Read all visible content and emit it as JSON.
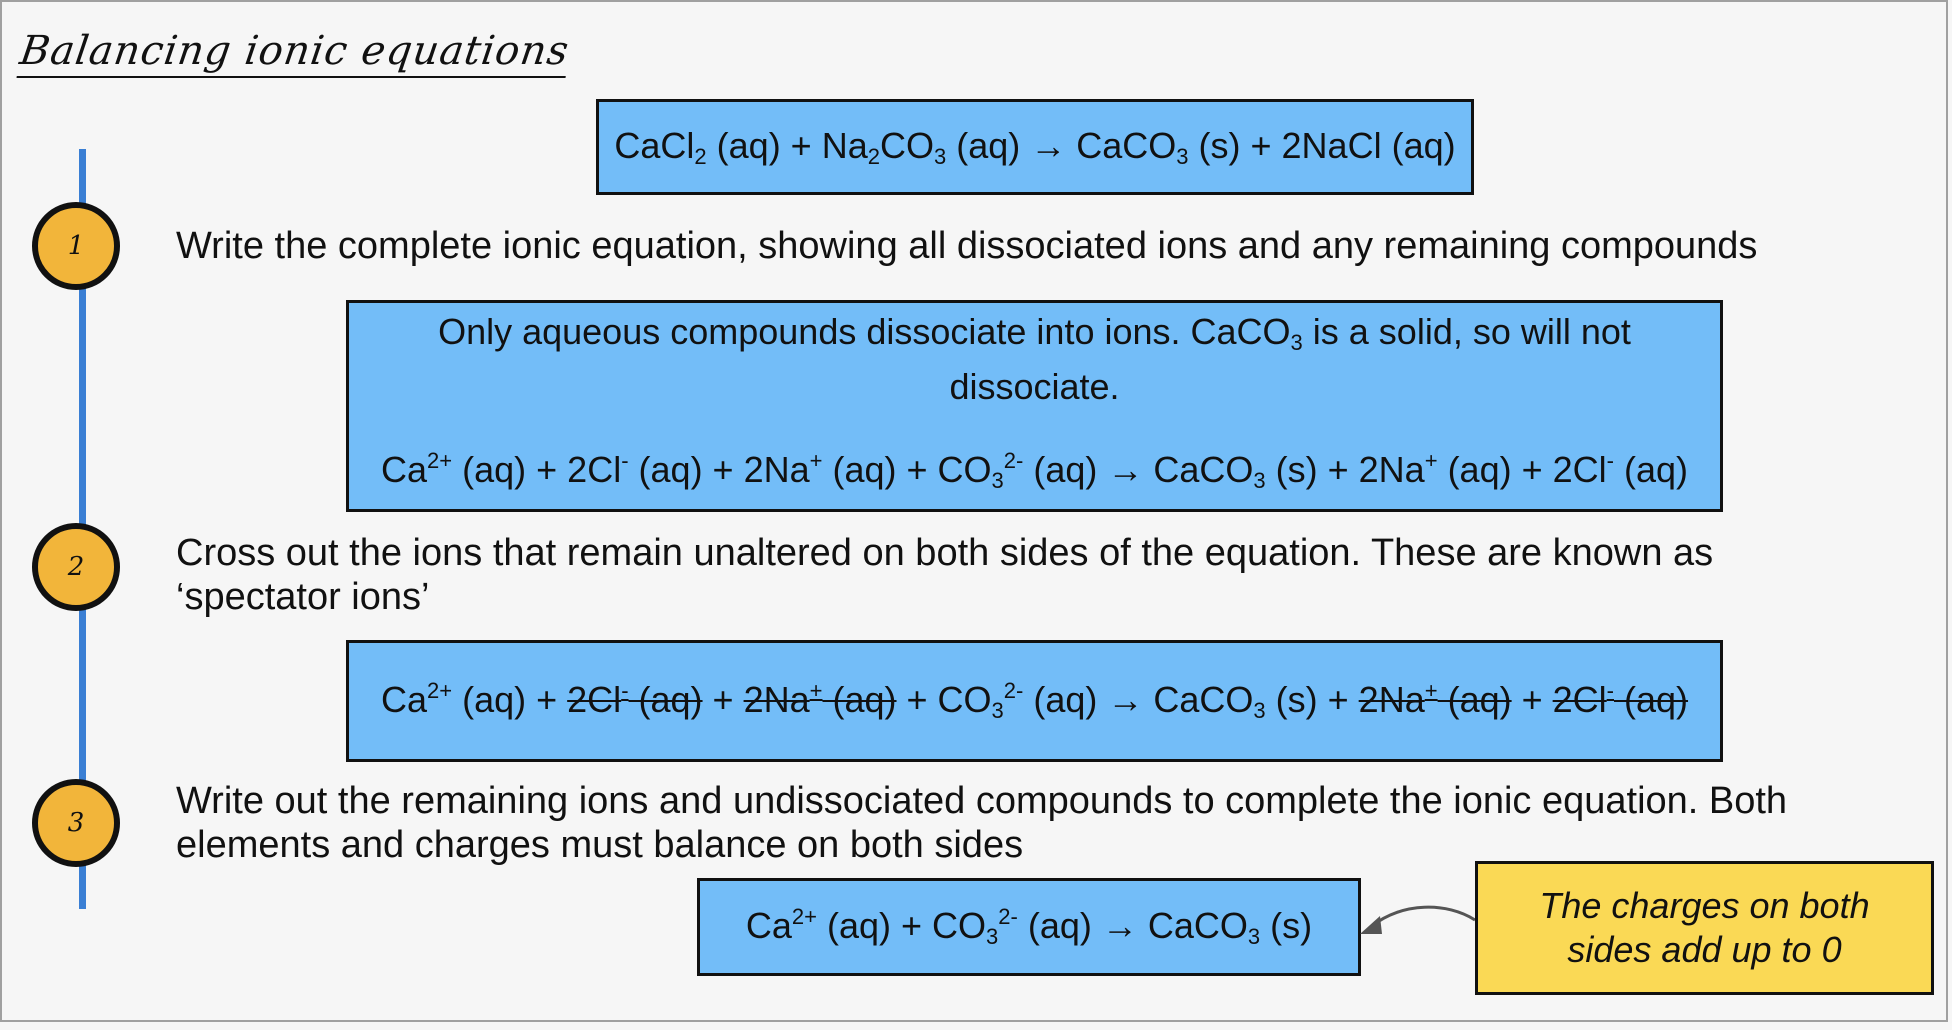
{
  "title": "Balancing ionic equations",
  "overall_equation": {
    "p1": "CaCl",
    "s1": "2",
    "p2": " (aq) + Na",
    "s2": "2",
    "p3": "CO",
    "s3": "3",
    "p4": " (aq) → CaCO",
    "s4": "3",
    "p5": " (s) + 2NaCl (aq)"
  },
  "steps": [
    {
      "number": "1",
      "text": "Write the complete ionic equation, showing all dissociated ions and any remaining compounds"
    },
    {
      "number": "2",
      "text": "Cross out the ions that remain unaltered on both sides of the equation. These are known as ‘spectator ions’"
    },
    {
      "number": "3",
      "text": "Write out the remaining ions and undissociated compounds to complete the ionic equation. Both elements and charges must balance on both sides"
    }
  ],
  "step1_box": {
    "note_a": "Only aqueous compounds dissociate into ions. CaCO",
    "note_a_sub": "3",
    "note_b": " is a solid, so will not dissociate.",
    "eq": {
      "ca": "Ca",
      "ca_c": "2+",
      "t1": " (aq) + 2Cl",
      "cl_c": "-",
      "t2": " (aq) + 2Na",
      "na_c": "+",
      "t3": " (aq) + CO",
      "co_s": "3",
      "co_c": "2-",
      "t4": " (aq) → CaCO",
      "caco_s": "3",
      "t5": " (s) + 2Na",
      "na2_c": "+",
      "t6": " (aq) + 2Cl",
      "cl2_c": "-",
      "t7": " (aq)"
    }
  },
  "step2_eq": {
    "ca": "Ca",
    "ca_c": "2+",
    "t1": " (aq) + ",
    "x1": "2Cl",
    "x1_c": "-",
    "x1_t": " (aq)",
    "t2": " + ",
    "x2": "2Na",
    "x2_c": "+",
    "x2_t": " (aq)",
    "t3": " + CO",
    "co_s": "3",
    "co_c": "2-",
    "t4": " (aq) → CaCO",
    "caco_s": "3",
    "t5": " (s) + ",
    "x3": "2Na",
    "x3_c": "+",
    "x3_t": " (aq)",
    "t6": " + ",
    "x4": "2Cl",
    "x4_c": "-",
    "x4_t": " (aq)"
  },
  "final_eq": {
    "ca": "Ca",
    "ca_c": "2+",
    "t1": " (aq) + CO",
    "co_s": "3",
    "co_c": "2-",
    "t2": " (aq) → CaCO",
    "caco_s": "3",
    "t3": " (s)"
  },
  "charge_note": "The charges on both sides add up to 0",
  "colors": {
    "accent_blue": "#73bdf8",
    "timeline": "#3a7fd4",
    "step_circle": "#f2b53a",
    "note_yellow": "#fad955"
  }
}
